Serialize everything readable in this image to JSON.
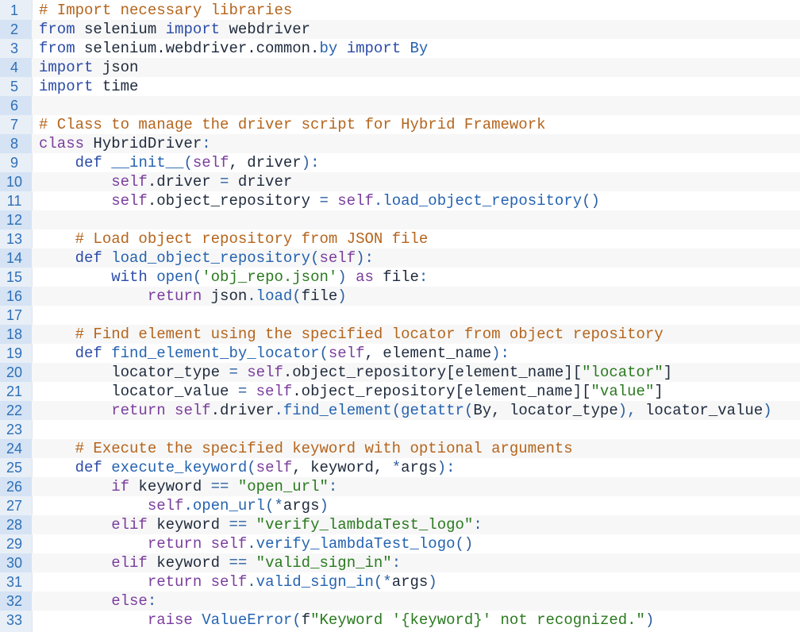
{
  "editor": {
    "language": "python",
    "lines": [
      [
        [
          "cm",
          "# Import necessary libraries"
        ]
      ],
      [
        [
          "kwb",
          "from"
        ],
        [
          "nm",
          " selenium "
        ],
        [
          "kwb",
          "import"
        ],
        [
          "nm",
          " webdriver"
        ]
      ],
      [
        [
          "kwb",
          "from"
        ],
        [
          "nm",
          " selenium.webdriver.common."
        ],
        [
          "fn",
          "by"
        ],
        [
          "nm",
          " "
        ],
        [
          "kwb",
          "import"
        ],
        [
          "nm",
          " "
        ],
        [
          "fn",
          "By"
        ]
      ],
      [
        [
          "kwb",
          "import"
        ],
        [
          "nm",
          " json"
        ]
      ],
      [
        [
          "kwb",
          "import"
        ],
        [
          "nm",
          " time"
        ]
      ],
      [],
      [
        [
          "cm",
          "# Class to manage the driver script for Hybrid Framework"
        ]
      ],
      [
        [
          "kw",
          "class"
        ],
        [
          "nm",
          " HybridDriver"
        ],
        [
          "op",
          ":"
        ]
      ],
      [
        [
          "nm",
          "    "
        ],
        [
          "kwb",
          "def"
        ],
        [
          "nm",
          " "
        ],
        [
          "fn",
          "__init__"
        ],
        [
          "op",
          "("
        ],
        [
          "sf",
          "self"
        ],
        [
          "nm",
          ", driver"
        ],
        [
          "op",
          "):"
        ]
      ],
      [
        [
          "nm",
          "        "
        ],
        [
          "sf",
          "self"
        ],
        [
          "nm",
          ".driver "
        ],
        [
          "op",
          "="
        ],
        [
          "nm",
          " driver"
        ]
      ],
      [
        [
          "nm",
          "        "
        ],
        [
          "sf",
          "self"
        ],
        [
          "nm",
          ".object_repository "
        ],
        [
          "op",
          "="
        ],
        [
          "nm",
          " "
        ],
        [
          "sf",
          "self"
        ],
        [
          "op",
          "."
        ],
        [
          "fn",
          "load_object_repository"
        ],
        [
          "op",
          "()"
        ]
      ],
      [],
      [
        [
          "nm",
          "    "
        ],
        [
          "cm",
          "# Load object repository from JSON file"
        ]
      ],
      [
        [
          "nm",
          "    "
        ],
        [
          "kwb",
          "def"
        ],
        [
          "nm",
          " "
        ],
        [
          "fn",
          "load_object_repository"
        ],
        [
          "op",
          "("
        ],
        [
          "sf",
          "self"
        ],
        [
          "op",
          "):"
        ]
      ],
      [
        [
          "nm",
          "        "
        ],
        [
          "kwb",
          "with"
        ],
        [
          "nm",
          " "
        ],
        [
          "fn",
          "open"
        ],
        [
          "op",
          "("
        ],
        [
          "st",
          "'obj_repo.json'"
        ],
        [
          "op",
          ")"
        ],
        [
          "nm",
          " "
        ],
        [
          "kw",
          "as"
        ],
        [
          "nm",
          " file"
        ],
        [
          "op",
          ":"
        ]
      ],
      [
        [
          "nm",
          "            "
        ],
        [
          "kw",
          "return"
        ],
        [
          "nm",
          " json"
        ],
        [
          "op",
          "."
        ],
        [
          "fn",
          "load"
        ],
        [
          "op",
          "("
        ],
        [
          "nm",
          "file"
        ],
        [
          "op",
          ")"
        ]
      ],
      [],
      [
        [
          "nm",
          "    "
        ],
        [
          "cm",
          "# Find element using the specified locator from object repository"
        ]
      ],
      [
        [
          "nm",
          "    "
        ],
        [
          "kwb",
          "def"
        ],
        [
          "nm",
          " "
        ],
        [
          "fn",
          "find_element_by_locator"
        ],
        [
          "op",
          "("
        ],
        [
          "sf",
          "self"
        ],
        [
          "nm",
          ", element_name"
        ],
        [
          "op",
          "):"
        ]
      ],
      [
        [
          "nm",
          "        locator_type "
        ],
        [
          "op",
          "="
        ],
        [
          "nm",
          " "
        ],
        [
          "sf",
          "self"
        ],
        [
          "nm",
          ".object_repository[element_name]["
        ],
        [
          "st",
          "\"locator\""
        ],
        [
          "nm",
          "]"
        ]
      ],
      [
        [
          "nm",
          "        locator_value "
        ],
        [
          "op",
          "="
        ],
        [
          "nm",
          " "
        ],
        [
          "sf",
          "self"
        ],
        [
          "nm",
          ".object_repository[element_name]["
        ],
        [
          "st",
          "\"value\""
        ],
        [
          "nm",
          "]"
        ]
      ],
      [
        [
          "nm",
          "        "
        ],
        [
          "kw",
          "return"
        ],
        [
          "nm",
          " "
        ],
        [
          "sf",
          "self"
        ],
        [
          "nm",
          ".driver"
        ],
        [
          "op",
          "."
        ],
        [
          "fn",
          "find_element"
        ],
        [
          "op",
          "("
        ],
        [
          "fn",
          "getattr"
        ],
        [
          "op",
          "("
        ],
        [
          "nm",
          "By, locator_type"
        ],
        [
          "op",
          "),"
        ],
        [
          "nm",
          " locator_value"
        ],
        [
          "op",
          ")"
        ]
      ],
      [],
      [
        [
          "nm",
          "    "
        ],
        [
          "cm",
          "# Execute the specified keyword with optional arguments"
        ]
      ],
      [
        [
          "nm",
          "    "
        ],
        [
          "kwb",
          "def"
        ],
        [
          "nm",
          " "
        ],
        [
          "fn",
          "execute_keyword"
        ],
        [
          "op",
          "("
        ],
        [
          "sf",
          "self"
        ],
        [
          "nm",
          ", keyword, "
        ],
        [
          "op",
          "*"
        ],
        [
          "nm",
          "args"
        ],
        [
          "op",
          "):"
        ]
      ],
      [
        [
          "nm",
          "        "
        ],
        [
          "kw",
          "if"
        ],
        [
          "nm",
          " keyword "
        ],
        [
          "op",
          "=="
        ],
        [
          "nm",
          " "
        ],
        [
          "st",
          "\"open_url\""
        ],
        [
          "op",
          ":"
        ]
      ],
      [
        [
          "nm",
          "            "
        ],
        [
          "sf",
          "self"
        ],
        [
          "op",
          "."
        ],
        [
          "fn",
          "open_url"
        ],
        [
          "op",
          "(*"
        ],
        [
          "nm",
          "args"
        ],
        [
          "op",
          ")"
        ]
      ],
      [
        [
          "nm",
          "        "
        ],
        [
          "kw",
          "elif"
        ],
        [
          "nm",
          " keyword "
        ],
        [
          "op",
          "=="
        ],
        [
          "nm",
          " "
        ],
        [
          "st",
          "\"verify_lambdaTest_logo\""
        ],
        [
          "op",
          ":"
        ]
      ],
      [
        [
          "nm",
          "            "
        ],
        [
          "kw",
          "return"
        ],
        [
          "nm",
          " "
        ],
        [
          "sf",
          "self"
        ],
        [
          "op",
          "."
        ],
        [
          "fn",
          "verify_lambdaTest_logo"
        ],
        [
          "op",
          "()"
        ]
      ],
      [
        [
          "nm",
          "        "
        ],
        [
          "kw",
          "elif"
        ],
        [
          "nm",
          " keyword "
        ],
        [
          "op",
          "=="
        ],
        [
          "nm",
          " "
        ],
        [
          "st",
          "\"valid_sign_in\""
        ],
        [
          "op",
          ":"
        ]
      ],
      [
        [
          "nm",
          "            "
        ],
        [
          "kw",
          "return"
        ],
        [
          "nm",
          " "
        ],
        [
          "sf",
          "self"
        ],
        [
          "op",
          "."
        ],
        [
          "fn",
          "valid_sign_in"
        ],
        [
          "op",
          "(*"
        ],
        [
          "nm",
          "args"
        ],
        [
          "op",
          ")"
        ]
      ],
      [
        [
          "nm",
          "        "
        ],
        [
          "kw",
          "else"
        ],
        [
          "op",
          ":"
        ]
      ],
      [
        [
          "nm",
          "            "
        ],
        [
          "kw",
          "raise"
        ],
        [
          "nm",
          " "
        ],
        [
          "fn",
          "ValueError"
        ],
        [
          "op",
          "("
        ],
        [
          "nm",
          "f"
        ],
        [
          "st",
          "\"Keyword '{keyword}' not recognized.\""
        ],
        [
          "op",
          ")"
        ]
      ]
    ]
  }
}
